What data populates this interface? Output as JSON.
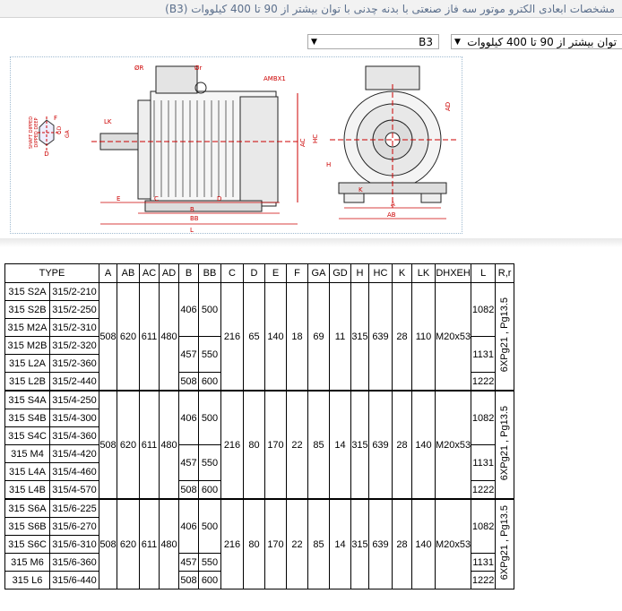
{
  "page": {
    "title": "مشخصات ابعادی الکترو موتور سه فاز صنعتی با بدنه چدنی با توان بیشتر از 90 تا 400 کیلووات (B3)"
  },
  "filters": {
    "frame_select": "B3",
    "power_select": "توان بیشتر از 90 تا 400 کیلووات"
  },
  "drawing": {
    "labels": {
      "phi_r_cap": "ØR",
      "phi_r_small": "Ør",
      "am": "AMBX1",
      "lk": "LK",
      "gd": "GD",
      "ga": "GA",
      "f": "F",
      "d": "D",
      "shaft1": "SHAFT DIPPED",
      "shaft2": "DIPPED DEEP",
      "e": "E",
      "c": "C",
      "dim_d": "D",
      "b": "B",
      "bb": "BB",
      "l": "L",
      "ac": "AC",
      "hc": "HC",
      "h": "H",
      "ad": "AD",
      "k": "K",
      "a": "A",
      "ab": "AB"
    }
  },
  "table": {
    "headers": [
      "TYPE",
      "A",
      "AB",
      "AC",
      "AD",
      "B",
      "BB",
      "C",
      "D",
      "E",
      "F",
      "GA",
      "GD",
      "H",
      "HC",
      "K",
      "LK",
      "DHXEH",
      "L",
      "R,r"
    ],
    "groups": [
      {
        "rows": [
          [
            "315 S2A",
            "315/2-210"
          ],
          [
            "315 S2B",
            "315/2-250"
          ],
          [
            "315 M2A",
            "315/2-310"
          ],
          [
            "315 M2B",
            "315/2-320"
          ],
          [
            "315 L2A",
            "315/2-360"
          ],
          [
            "315 L2B",
            "315/2-440"
          ]
        ],
        "A": "508",
        "AB": "620",
        "AC": "611",
        "AD": "480",
        "BBB": [
          [
            "406",
            "500"
          ],
          [
            "457",
            "550"
          ],
          [
            "508",
            "600"
          ]
        ],
        "C": "216",
        "D": "65",
        "E": "140",
        "F": "18",
        "GA": "69",
        "GD": "11",
        "H": "315",
        "HC": "639",
        "K": "28",
        "LK": "110",
        "DHXEH": "M20x53",
        "L": [
          "1082",
          "1131",
          "1222"
        ],
        "R": "6XPg21 , Pg13.5"
      },
      {
        "rows": [
          [
            "315 S4A",
            "315/4-250"
          ],
          [
            "315 S4B",
            "315/4-300"
          ],
          [
            "315 S4C",
            "315/4-360"
          ],
          [
            "315 M4",
            "315/4-420"
          ],
          [
            "315 L4A",
            "315/4-460"
          ],
          [
            "315 L4B",
            "315/4-570"
          ]
        ],
        "A": "508",
        "AB": "620",
        "AC": "611",
        "AD": "480",
        "BBB": [
          [
            "406",
            "500"
          ],
          [
            "457",
            "550"
          ],
          [
            "508",
            "600"
          ]
        ],
        "C": "216",
        "D": "80",
        "E": "170",
        "F": "22",
        "GA": "85",
        "GD": "14",
        "H": "315",
        "HC": "639",
        "K": "28",
        "LK": "140",
        "DHXEH": "M20x53",
        "L": [
          "1082",
          "1131",
          "1222"
        ],
        "R": "6XPg21 , Pg13.5"
      },
      {
        "rows": [
          [
            "315 S6A",
            "315/6-225"
          ],
          [
            "315 S6B",
            "315/6-270"
          ],
          [
            "315 S6C",
            "315/6-310"
          ],
          [
            "315 M6",
            "315/6-360"
          ],
          [
            "315 L6",
            "315/6-440"
          ]
        ],
        "A": "508",
        "AB": "620",
        "AC": "611",
        "AD": "480",
        "BBB": [
          [
            "406",
            "500"
          ],
          [
            "457",
            "550"
          ],
          [
            "508",
            "600"
          ]
        ],
        "C": "216",
        "D": "80",
        "E": "170",
        "F": "22",
        "GA": "85",
        "GD": "14",
        "H": "315",
        "HC": "639",
        "K": "28",
        "LK": "140",
        "DHXEH": "M20x53",
        "L": [
          "1082",
          "1131",
          "1222"
        ],
        "R": "6XPg21 , Pg13.5"
      }
    ]
  }
}
